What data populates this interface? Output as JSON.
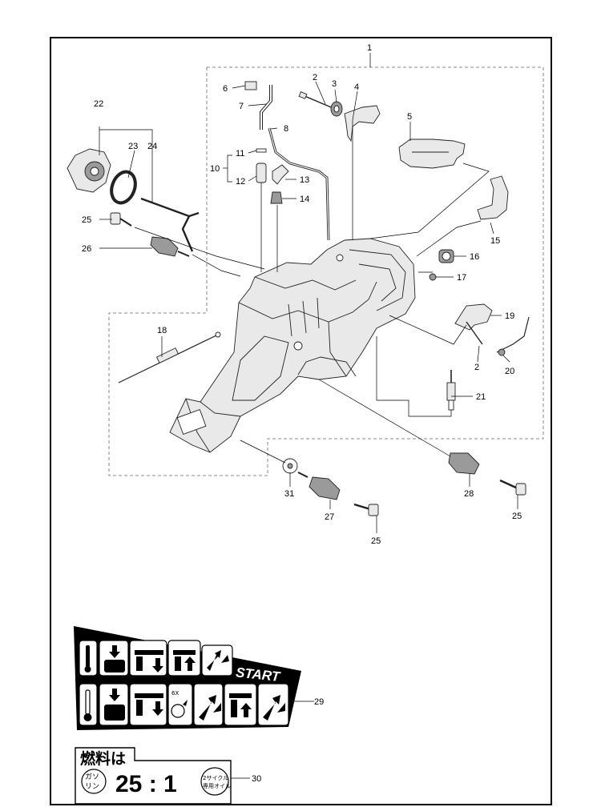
{
  "parts": [
    {
      "id": "p1",
      "label": "1"
    },
    {
      "id": "p2a",
      "label": "2"
    },
    {
      "id": "p3",
      "label": "3"
    },
    {
      "id": "p4",
      "label": "4"
    },
    {
      "id": "p5",
      "label": "5"
    },
    {
      "id": "p6",
      "label": "6"
    },
    {
      "id": "p7",
      "label": "7"
    },
    {
      "id": "p8",
      "label": "8"
    },
    {
      "id": "p10",
      "label": "10"
    },
    {
      "id": "p11",
      "label": "11"
    },
    {
      "id": "p12",
      "label": "12"
    },
    {
      "id": "p13",
      "label": "13"
    },
    {
      "id": "p14",
      "label": "14"
    },
    {
      "id": "p15",
      "label": "15"
    },
    {
      "id": "p16",
      "label": "16"
    },
    {
      "id": "p17",
      "label": "17"
    },
    {
      "id": "p18",
      "label": "18"
    },
    {
      "id": "p19",
      "label": "19"
    },
    {
      "id": "p2b",
      "label": "2"
    },
    {
      "id": "p20",
      "label": "20"
    },
    {
      "id": "p21",
      "label": "21"
    },
    {
      "id": "p22",
      "label": "22"
    },
    {
      "id": "p23",
      "label": "23"
    },
    {
      "id": "p24",
      "label": "24"
    },
    {
      "id": "p25a",
      "label": "25"
    },
    {
      "id": "p26",
      "label": "26"
    },
    {
      "id": "p31",
      "label": "31"
    },
    {
      "id": "p27",
      "label": "27"
    },
    {
      "id": "p25b",
      "label": "25"
    },
    {
      "id": "p28",
      "label": "28"
    },
    {
      "id": "p25c",
      "label": "25"
    },
    {
      "id": "p29",
      "label": "29"
    },
    {
      "id": "p30",
      "label": "30"
    }
  ],
  "decal": {
    "start_label": "START",
    "six_times": "6X"
  },
  "fuel_label": {
    "title": "燃料は",
    "gasoline_top": "ガソ",
    "gasoline_bottom": "リン",
    "ratio": "25 : 1",
    "oil_top": "2サイクル",
    "oil_bottom": "専用オイル"
  }
}
